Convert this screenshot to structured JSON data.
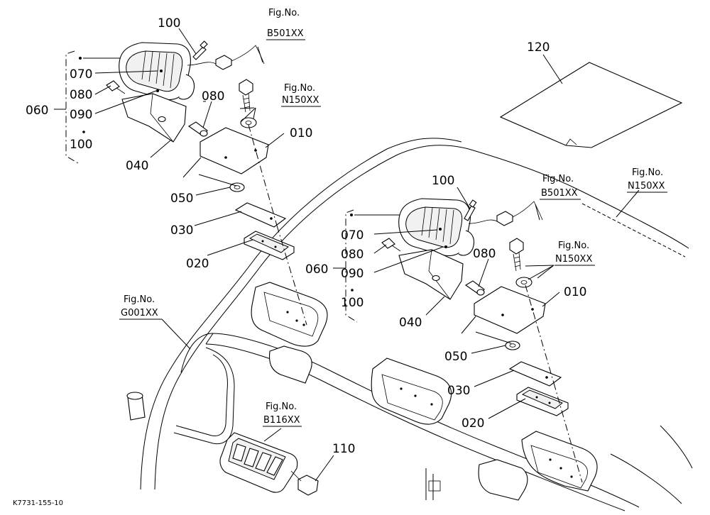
{
  "diagram": {
    "left_assembly": {
      "group_label": "060",
      "group_items": [
        "070",
        "080",
        "090",
        "100"
      ],
      "callouts": {
        "bolt": "100",
        "bracket": "040",
        "bolt_right": "080",
        "plate": "010",
        "washer": "050",
        "pad": "030",
        "base": "020"
      },
      "ref_b501": {
        "heading": "Fig.No.",
        "code": "B501XX"
      },
      "ref_n150": {
        "heading": "Fig.No.",
        "code": "N150XX"
      }
    },
    "right_assembly": {
      "group_label": "060",
      "group_items": [
        "070",
        "080",
        "090",
        "100"
      ],
      "callouts": {
        "bolt": "100",
        "bracket": "040",
        "bolt_right": "080",
        "plate": "010",
        "washer": "050",
        "pad": "030",
        "base": "020"
      },
      "ref_b501": {
        "heading": "Fig.No.",
        "code": "B501XX"
      },
      "ref_n150": {
        "heading": "Fig.No.",
        "code": "N150XX"
      }
    },
    "sheet_label": "120",
    "roof_ref": {
      "heading": "Fig.No.",
      "code": "N150XX"
    },
    "cab_ref": {
      "heading": "Fig.No.",
      "code": "G001XX"
    },
    "switch_ref": {
      "heading": "Fig.No.",
      "code": "B116XX"
    },
    "switch_label": "110",
    "drawing_code": "K7731-155-10"
  }
}
